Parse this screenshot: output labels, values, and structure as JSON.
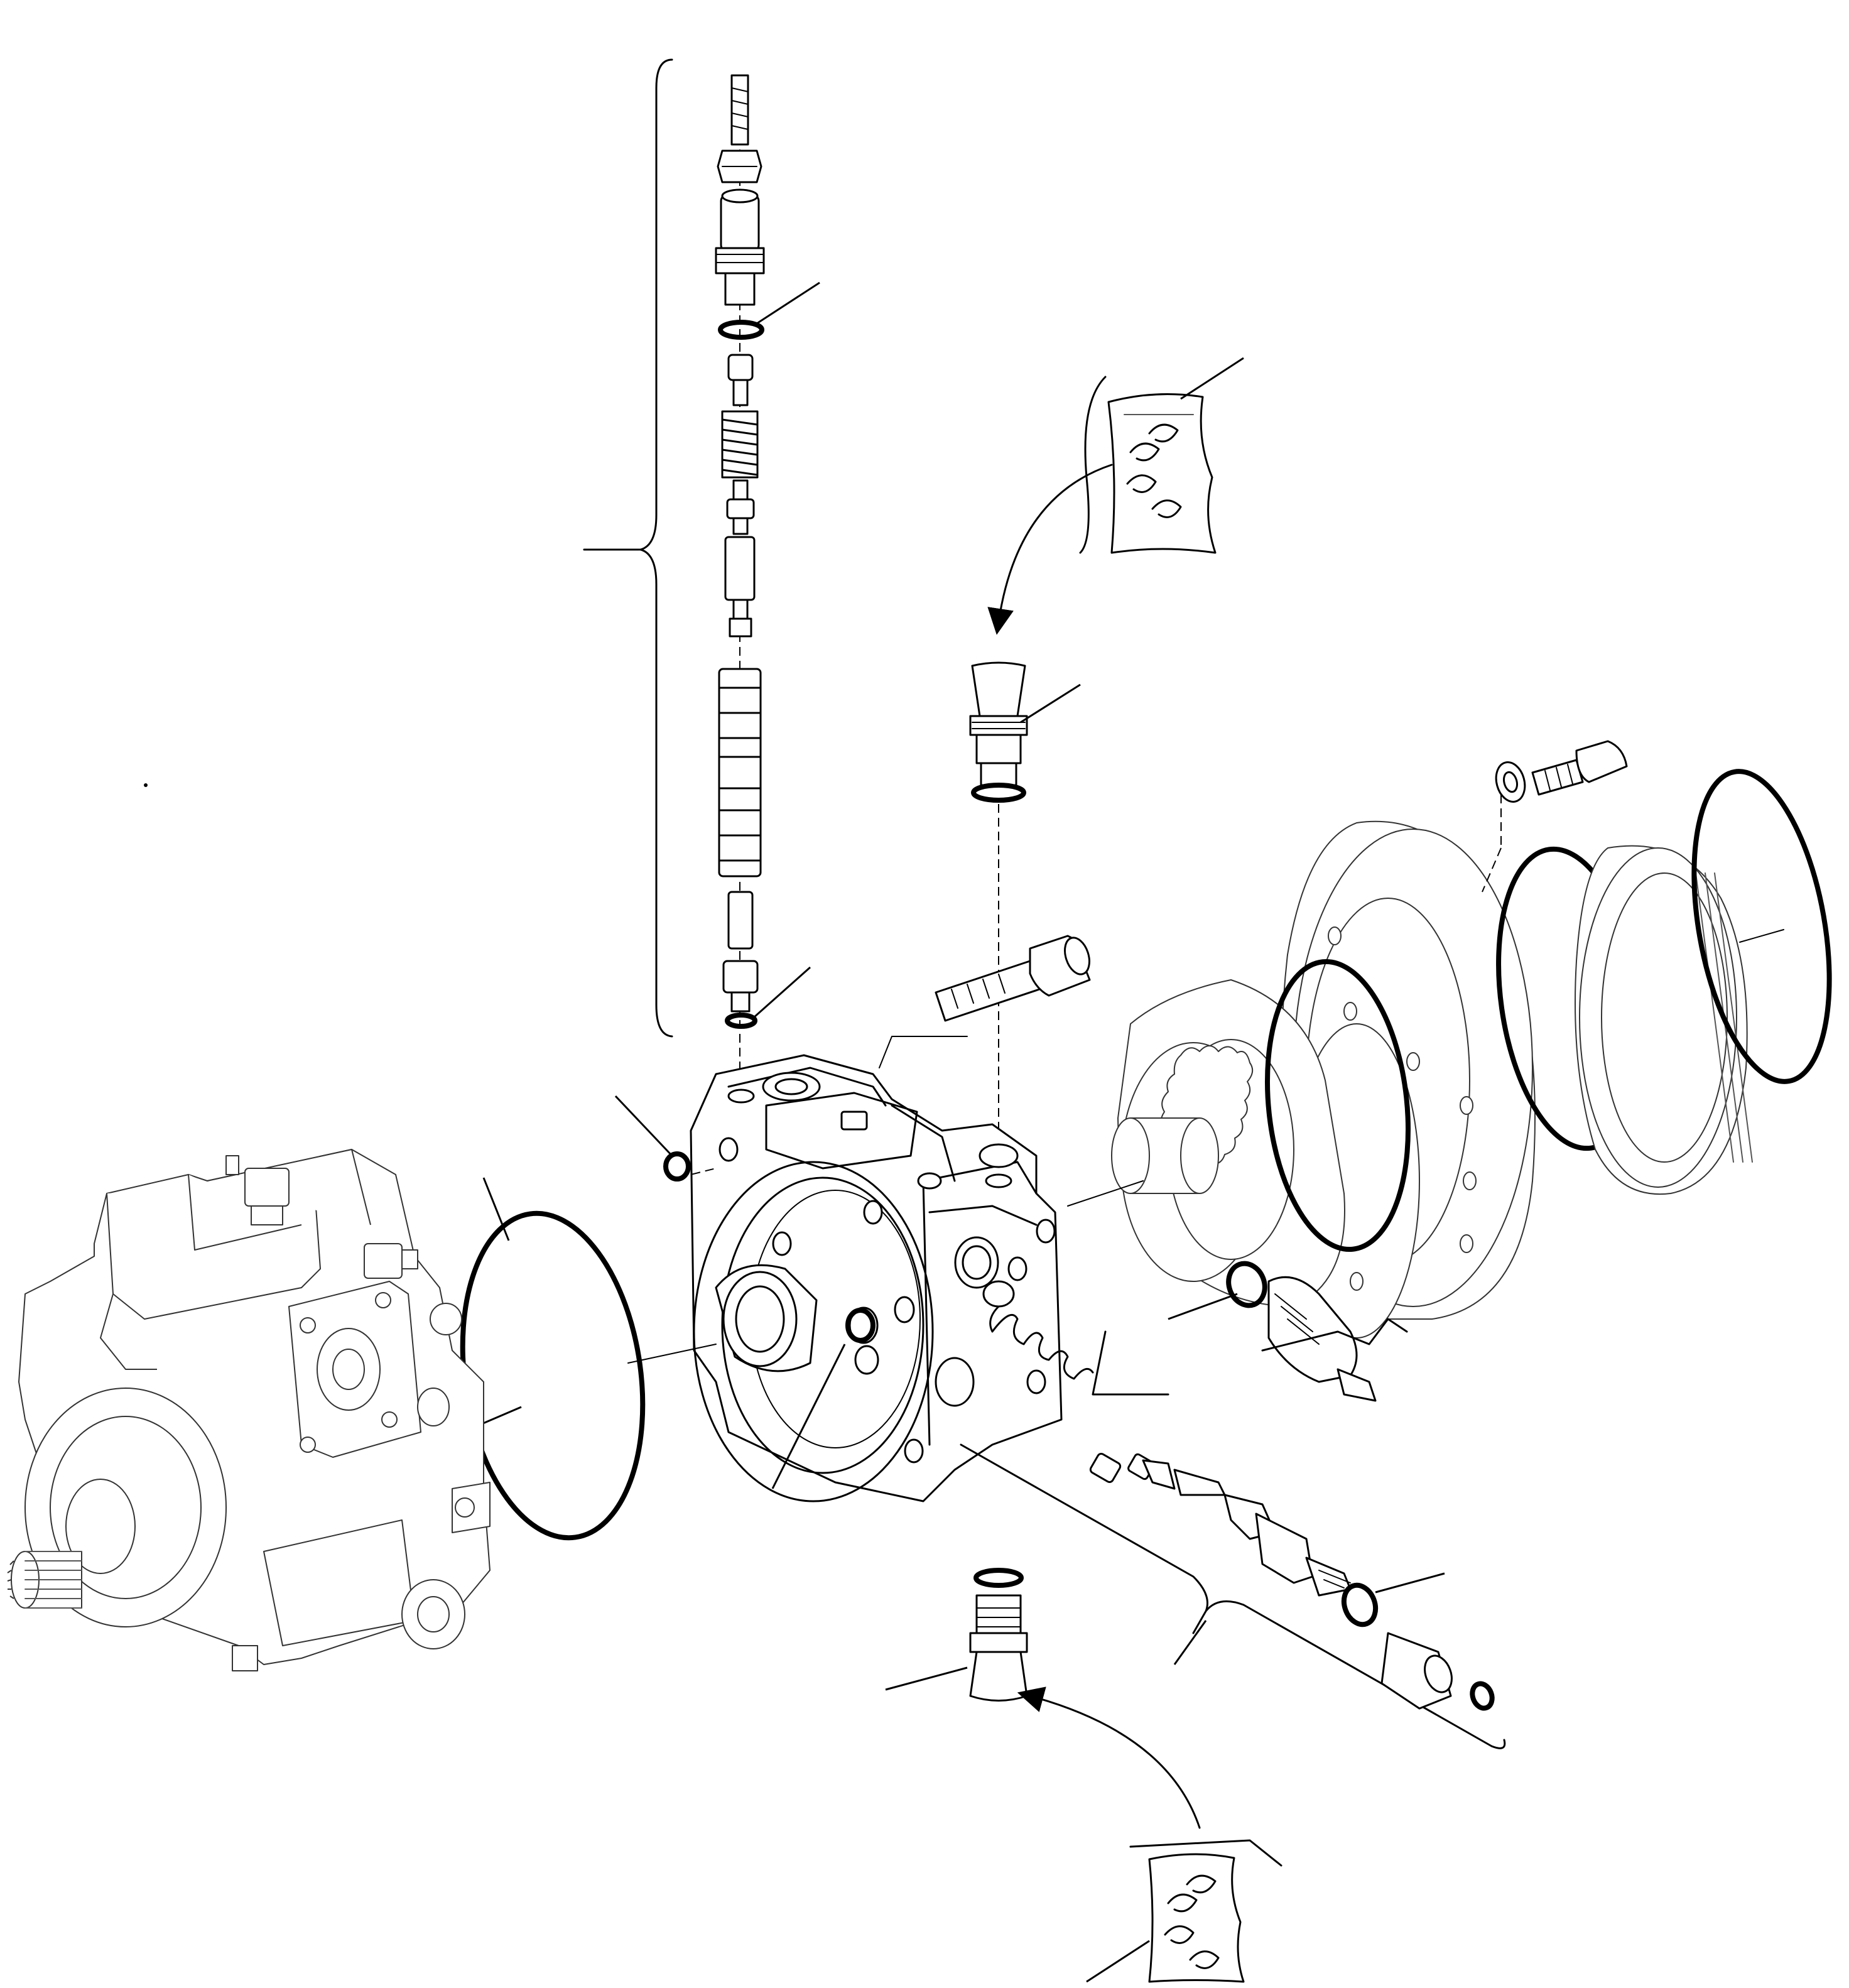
{
  "figure": {
    "kind": "exploded-parts-view",
    "assemblies": [
      "hydraulic-pump",
      "valve-end-cover",
      "vertical-valve-cartridge-stack",
      "horizontal-valve-cartridge-stack",
      "drive-flange-assembly",
      "sealant-tube-top",
      "sealant-tube-bottom"
    ]
  },
  "icons": {
    "sealant": "sealant-tube-icon",
    "arrow": "application-arrow-icon"
  },
  "colors": {
    "ink": "#000000",
    "paper": "#ffffff",
    "ghost_line": "#333333"
  }
}
